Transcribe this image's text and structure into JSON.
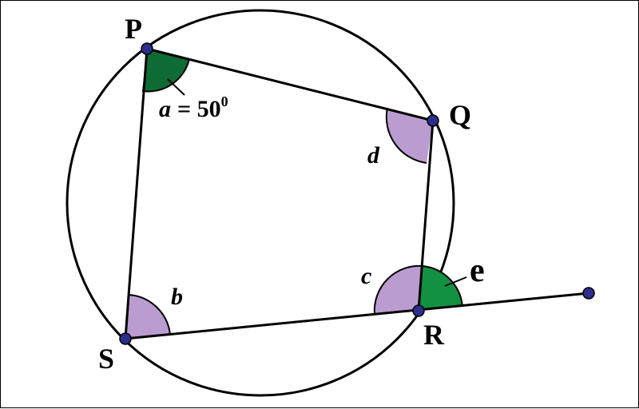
{
  "vertices": {
    "P": "P",
    "Q": "Q",
    "R": "R",
    "S": "S"
  },
  "angles": {
    "a": "a",
    "a_value": "= 50",
    "a_degree": "0",
    "b": "b",
    "c": "c",
    "d": "d",
    "e": "e"
  },
  "colors": {
    "dark_green": "#0e6b33",
    "green": "#129142",
    "lilac": "#bb9cd0",
    "point": "#2b2e8c",
    "line": "#000000"
  }
}
